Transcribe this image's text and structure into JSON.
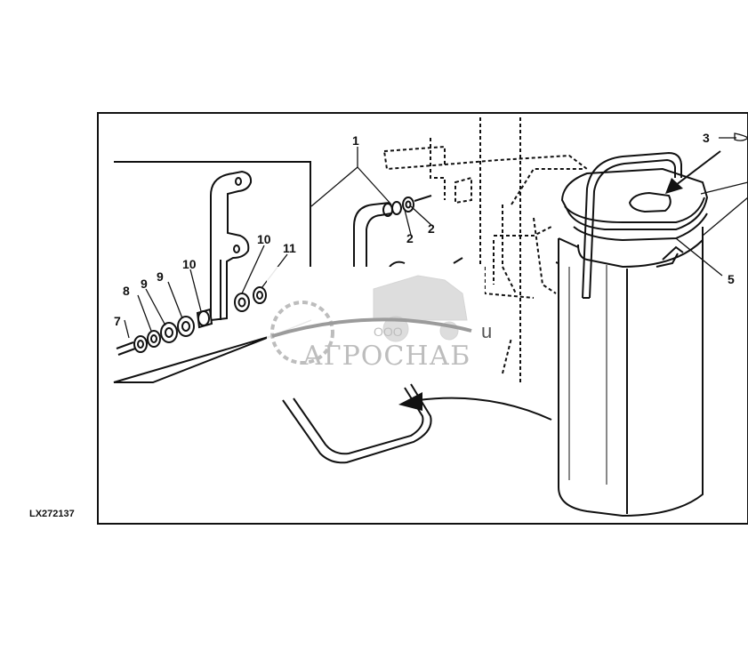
{
  "figure": {
    "code": "LX272137"
  },
  "callouts": [
    {
      "id": "c1",
      "text": "1"
    },
    {
      "id": "c2a",
      "text": "2"
    },
    {
      "id": "c2b",
      "text": "2"
    },
    {
      "id": "c3",
      "text": "3"
    },
    {
      "id": "c5",
      "text": "5"
    },
    {
      "id": "c7",
      "text": "7"
    },
    {
      "id": "c8",
      "text": "8"
    },
    {
      "id": "c9a",
      "text": "9"
    },
    {
      "id": "c9b",
      "text": "9"
    },
    {
      "id": "c10a",
      "text": "10"
    },
    {
      "id": "c10b",
      "text": "10"
    },
    {
      "id": "c11",
      "text": "11"
    }
  ],
  "watermark": {
    "prefix": "ООО",
    "name": "АГРОСНАБ",
    "suffix": "u"
  },
  "colors": {
    "line": "#111111",
    "watermark": "#bdbdbd"
  }
}
